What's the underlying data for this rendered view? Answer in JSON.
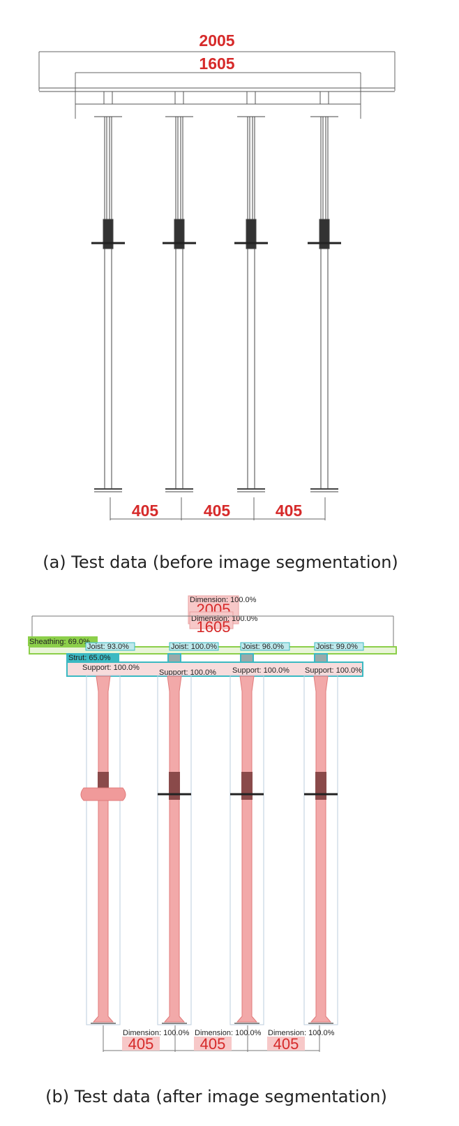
{
  "panel_a": {
    "dim_total": "2005",
    "dim_inner": "1605",
    "dim_spacings": [
      "405",
      "405",
      "405"
    ],
    "caption": "(a) Test data (before image segmentation)"
  },
  "panel_b": {
    "labels": {
      "dimension_total": "Dimension: 100.0%",
      "dimension_inner": "Dimension: 100.0%",
      "sheathing": "Sheathing: 69.0%",
      "strut": "Strut: 65.0%",
      "joists": [
        "Joist: 93.0%",
        "Joist: 100.0%",
        "Joist: 96.0%",
        "Joist: 99.0%"
      ],
      "supports": [
        "Support: 100.0%",
        "Support: 100.0%",
        "Support: 100.0%",
        "Support: 100.0%"
      ],
      "bottom_dims": [
        "Dimension: 100.0%",
        "Dimension: 100.0%",
        "Dimension: 100.0%"
      ]
    },
    "dim_total": "2005",
    "dim_inner": "1605",
    "dim_spacings": [
      "405",
      "405",
      "405"
    ],
    "caption": "(b) Test data (after image segmentation)"
  },
  "colors": {
    "dimension_red": "#d62a2a",
    "mask_pink": "#f09a9a",
    "mask_pink_light": "#f7c8c8",
    "green": "#8ccf4a",
    "teal": "#3bb9c2",
    "teal_fill": "#bfe9ec"
  }
}
